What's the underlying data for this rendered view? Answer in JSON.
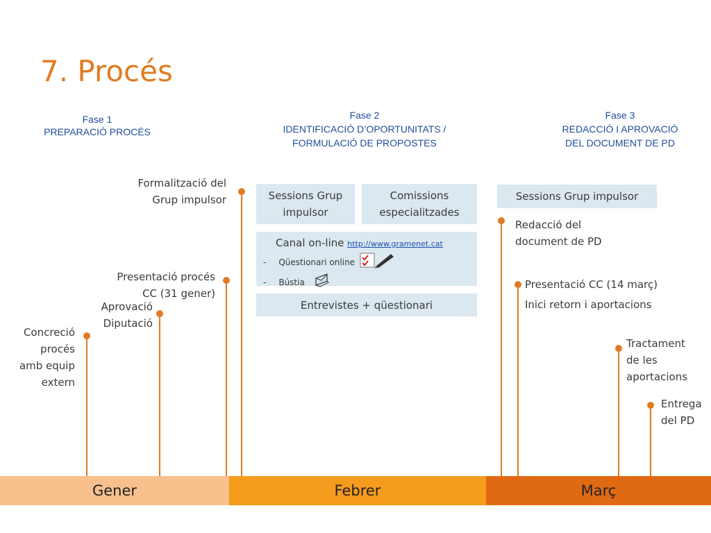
{
  "title": "7. Procés",
  "phases": [
    {
      "line1": "Fase 1",
      "line2": "PREPARACIÓ PROCÉS",
      "line3": ""
    },
    {
      "line1": "Fase 2",
      "line2": "IDENTIFICACIÓ D’OPORTUNITATS /",
      "line3": "FORMULACIÓ DE PROPOSTES"
    },
    {
      "line1": "Fase 3",
      "line2": "REDACCIÓ I APROVACIÓ",
      "line3": "DEL DOCUMENT DE PD"
    }
  ],
  "milestones": {
    "concrecio": [
      "Concreció",
      "procés",
      "amb equip",
      "extern"
    ],
    "aprovacio": [
      "Aprovació",
      "Diputació"
    ],
    "presentacio_proces": [
      "Presentació procés",
      "CC (31 gener)"
    ],
    "formalitzacio": [
      "Formalització del",
      "Grup impulsor"
    ],
    "redaccio": [
      "Redacció del",
      "document de PD"
    ],
    "presentacio_cc": "Presentació CC (14 març)",
    "inici_retorn": "Inici retorn i aportacions",
    "tractament": [
      "Tractament",
      "de les",
      "aportacions"
    ],
    "entrega": [
      "Entrega",
      "del PD"
    ]
  },
  "boxes": {
    "sessions_grup_1": [
      "Sessions Grup",
      "impulsor"
    ],
    "comissions": [
      "Comissions",
      "especialitzades"
    ],
    "canal_title": "Canal on-line",
    "canal_link": "http://www.gramenet.cat",
    "canal_items": [
      "Qüestionari online",
      "Bústia"
    ],
    "bullet": "-",
    "entrevistes": "Entrevistes + qüestionari",
    "sessions_grup_2": "Sessions Grup impulsor"
  },
  "months": [
    "Gener",
    "Febrer",
    "Març"
  ],
  "colors": {
    "accent": "#e07b22",
    "phase_text": "#1f4e9a",
    "box_fill": "#dbe8f0",
    "month_gener": "#f7c08c",
    "month_febrer": "#f59b1e",
    "month_marc": "#e06a14"
  },
  "icons": [
    "checklist-pen-icon",
    "envelope-icon"
  ]
}
